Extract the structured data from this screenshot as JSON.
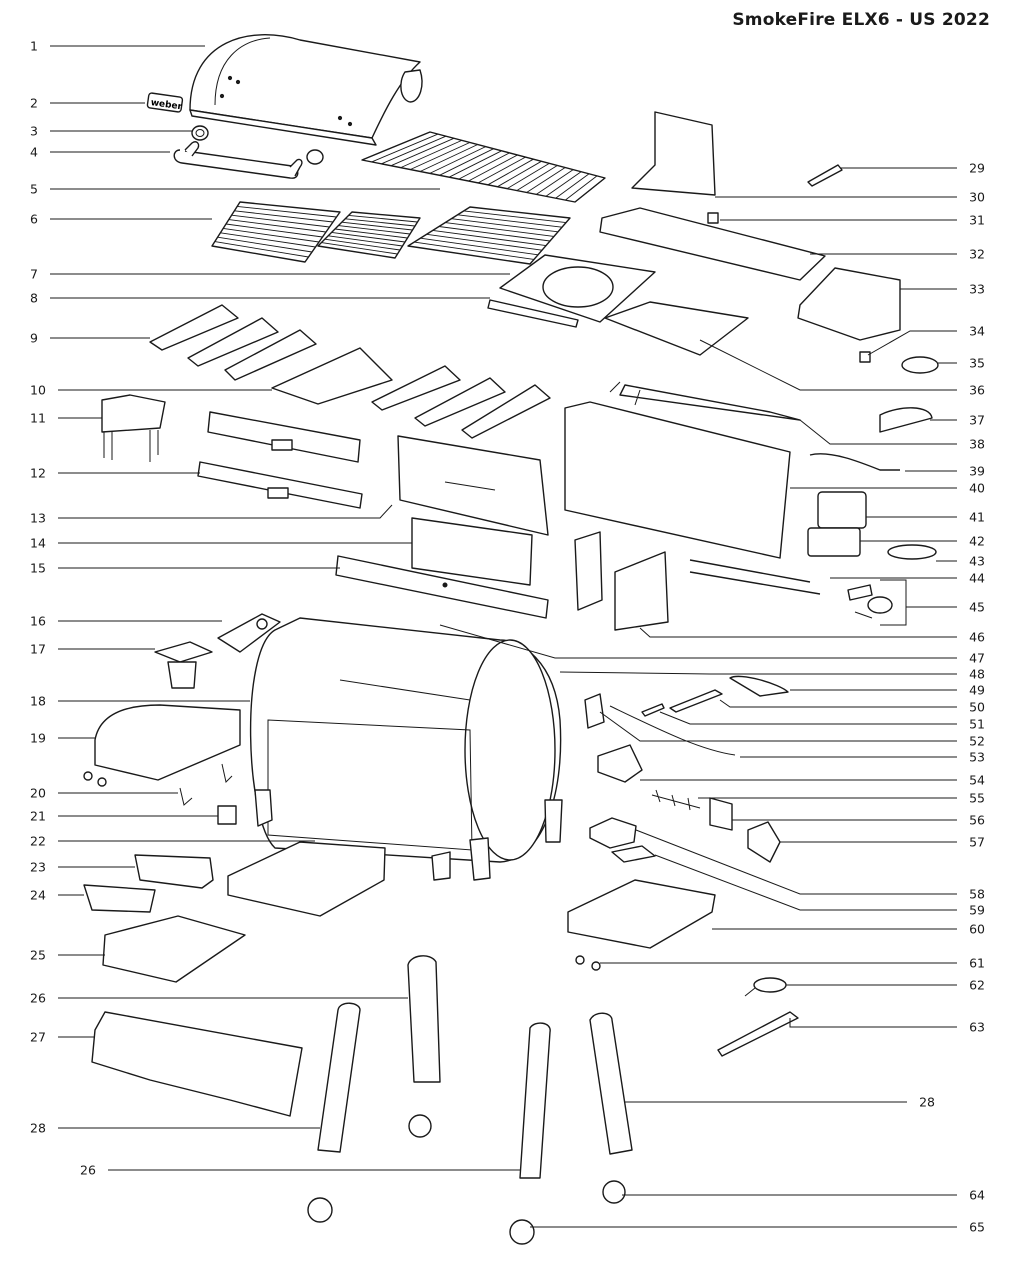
{
  "title": "SmokeFire ELX6 - US 2022",
  "logo_text": "weber",
  "callouts": [
    {
      "id": "c1",
      "label": "1"
    },
    {
      "id": "c2",
      "label": "2"
    },
    {
      "id": "c3",
      "label": "3"
    },
    {
      "id": "c4",
      "label": "4"
    },
    {
      "id": "c5",
      "label": "5"
    },
    {
      "id": "c6",
      "label": "6"
    },
    {
      "id": "c7",
      "label": "7"
    },
    {
      "id": "c8",
      "label": "8"
    },
    {
      "id": "c9",
      "label": "9"
    },
    {
      "id": "c10",
      "label": "10"
    },
    {
      "id": "c11",
      "label": "11"
    },
    {
      "id": "c12",
      "label": "12"
    },
    {
      "id": "c13",
      "label": "13"
    },
    {
      "id": "c14",
      "label": "14"
    },
    {
      "id": "c15",
      "label": "15"
    },
    {
      "id": "c16",
      "label": "16"
    },
    {
      "id": "c17",
      "label": "17"
    },
    {
      "id": "c18",
      "label": "18"
    },
    {
      "id": "c19",
      "label": "19"
    },
    {
      "id": "c20",
      "label": "20"
    },
    {
      "id": "c21",
      "label": "21"
    },
    {
      "id": "c22",
      "label": "22"
    },
    {
      "id": "c23",
      "label": "23"
    },
    {
      "id": "c24",
      "label": "24"
    },
    {
      "id": "c25",
      "label": "25"
    },
    {
      "id": "c26a",
      "label": "26"
    },
    {
      "id": "c27",
      "label": "27"
    },
    {
      "id": "c28a",
      "label": "28"
    },
    {
      "id": "c26b",
      "label": "26"
    },
    {
      "id": "c29",
      "label": "29"
    },
    {
      "id": "c30",
      "label": "30"
    },
    {
      "id": "c31",
      "label": "31"
    },
    {
      "id": "c32",
      "label": "32"
    },
    {
      "id": "c33",
      "label": "33"
    },
    {
      "id": "c34",
      "label": "34"
    },
    {
      "id": "c35",
      "label": "35"
    },
    {
      "id": "c36",
      "label": "36"
    },
    {
      "id": "c37",
      "label": "37"
    },
    {
      "id": "c38",
      "label": "38"
    },
    {
      "id": "c39",
      "label": "39"
    },
    {
      "id": "c40",
      "label": "40"
    },
    {
      "id": "c41",
      "label": "41"
    },
    {
      "id": "c42",
      "label": "42"
    },
    {
      "id": "c43",
      "label": "43"
    },
    {
      "id": "c44",
      "label": "44"
    },
    {
      "id": "c45",
      "label": "45"
    },
    {
      "id": "c46",
      "label": "46"
    },
    {
      "id": "c47",
      "label": "47"
    },
    {
      "id": "c48",
      "label": "48"
    },
    {
      "id": "c49",
      "label": "49"
    },
    {
      "id": "c50",
      "label": "50"
    },
    {
      "id": "c51",
      "label": "51"
    },
    {
      "id": "c52",
      "label": "52"
    },
    {
      "id": "c53",
      "label": "53"
    },
    {
      "id": "c54",
      "label": "54"
    },
    {
      "id": "c55",
      "label": "55"
    },
    {
      "id": "c56",
      "label": "56"
    },
    {
      "id": "c57",
      "label": "57"
    },
    {
      "id": "c58",
      "label": "58"
    },
    {
      "id": "c59",
      "label": "59"
    },
    {
      "id": "c60",
      "label": "60"
    },
    {
      "id": "c61",
      "label": "61"
    },
    {
      "id": "c62",
      "label": "62"
    },
    {
      "id": "c63",
      "label": "63"
    },
    {
      "id": "c28b",
      "label": "28"
    },
    {
      "id": "c64",
      "label": "64"
    },
    {
      "id": "c65",
      "label": "65"
    }
  ]
}
